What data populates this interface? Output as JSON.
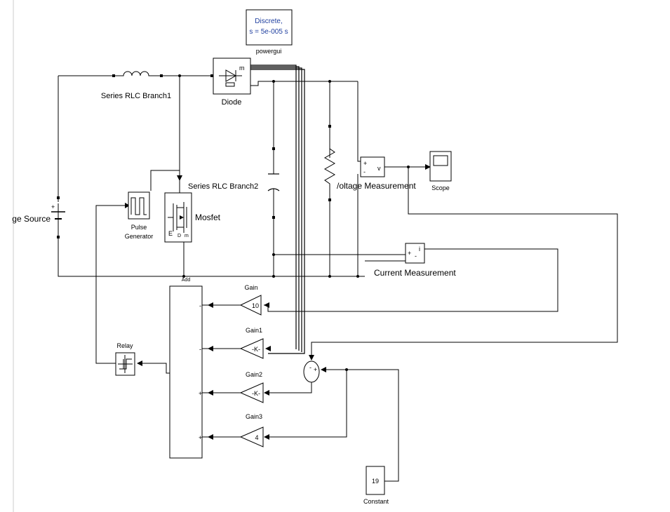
{
  "powergui": {
    "display_line1": "Discrete,",
    "display_line2": "s = 5e-005 s",
    "label": "powergui"
  },
  "blocks": {
    "series_rlc_branch1": "Series RLC Branch1",
    "series_rlc_branch2": "Series RLC Branch2",
    "diode": "Diode",
    "diode_port_m": "m",
    "source": "ge Source",
    "pulse_generator_line1": "Pulse",
    "pulse_generator_line2": "Generator",
    "mosfet": "Mosfet",
    "voltage_measurement": "/oltage Measurement",
    "voltage_port": "v",
    "scope": "Scope",
    "current_measurement": "Current Measurement",
    "current_port": "i",
    "add": "Add",
    "relay": "Relay",
    "gain": "Gain",
    "gain_value": "10",
    "gain1": "Gain1",
    "gain1_value": "-K-",
    "gain2": "Gain2",
    "gain2_value": "-K-",
    "gain3": "Gain3",
    "gain3_value": "4",
    "constant": "Constant",
    "constant_value": "19"
  },
  "signs": {
    "add_in1": "-",
    "add_in2": "-",
    "add_in3": "+",
    "add_in4": "+",
    "sum_top": "-",
    "sum_right": "+",
    "plus": "+",
    "minus": "-"
  }
}
